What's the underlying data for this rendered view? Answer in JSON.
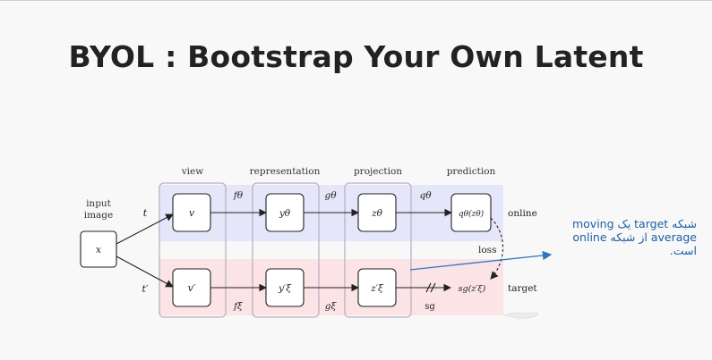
{
  "title": "BYOL : Bootstrap Your Own Latent",
  "diagram": {
    "stages": {
      "view": "view",
      "representation": "representation",
      "projection": "projection",
      "prediction": "prediction"
    },
    "input": {
      "label_line1": "input",
      "label_line2": "image",
      "node": "x"
    },
    "transforms": {
      "top": "t",
      "bottom": "t′"
    },
    "online": {
      "view_node": "v",
      "rep_node": "yθ",
      "proj_node": "zθ",
      "pred_node": "qθ(zθ)",
      "f_label": "fθ",
      "g_label": "gθ",
      "q_label": "qθ",
      "branch_label": "online"
    },
    "target": {
      "view_node": "v′",
      "rep_node": "y′ξ",
      "proj_node": "z′ξ",
      "sg_node": "sg(z′ξ)",
      "f_label": "fξ",
      "g_label": "gξ",
      "sg_label": "sg",
      "branch_label": "target"
    },
    "loss_label": "loss",
    "colors": {
      "online_band": "#e6e6fb",
      "target_band": "#fbe3e6",
      "stage_box": "#b9b2c2",
      "arrow": "#222222",
      "annotation_arrow": "#2f77bd"
    }
  },
  "annotation": {
    "line1": "شبکه target یک moving",
    "line2": "average از شبکه online",
    "line3": "است."
  }
}
